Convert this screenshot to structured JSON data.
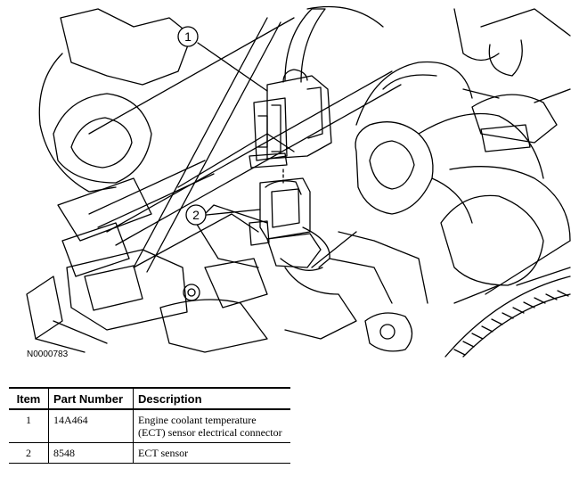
{
  "figure": {
    "code": "N0000783",
    "callouts": [
      {
        "number": "1"
      },
      {
        "number": "2"
      }
    ]
  },
  "table": {
    "headers": {
      "item": "Item",
      "part_number": "Part Number",
      "description": "Description"
    },
    "rows": [
      {
        "item": "1",
        "part_number": "14A464",
        "description": "Engine coolant temperature (ECT) sensor electrical connector"
      },
      {
        "item": "2",
        "part_number": "8548",
        "description": "ECT sensor"
      }
    ]
  }
}
